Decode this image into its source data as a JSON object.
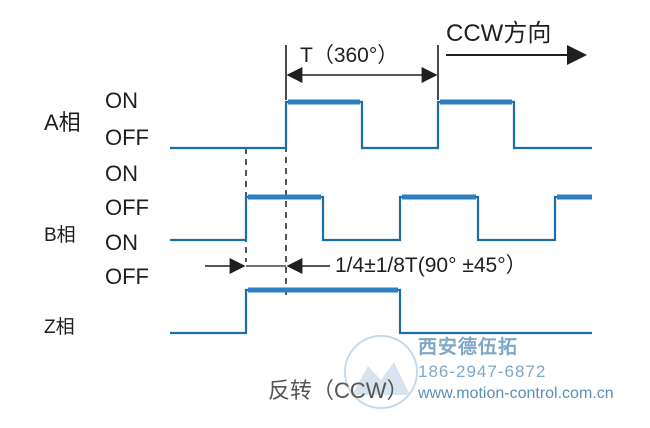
{
  "direction_label": "CCW方向",
  "period_label": "T（360°）",
  "phase_shift_label": "1/4±1/8T(90°  ±45°）",
  "channels": {
    "a": {
      "name": "A相",
      "on": "ON",
      "off": "OFF"
    },
    "b": {
      "name": "B相",
      "on1": "ON",
      "off1": "OFF",
      "on2": "ON",
      "off2": "OFF"
    },
    "z": {
      "name": "Z相"
    }
  },
  "caption": "反转（CCW）",
  "watermark": {
    "company": "西安德伍拓",
    "phone": "186-2947-6872",
    "url": "www.motion-control.com.cn"
  },
  "colors": {
    "wave": "#1b6ea8",
    "wave_high": "#2f7fc0",
    "text": "#1f1f1f",
    "watermark": "#7fa8c8"
  }
}
